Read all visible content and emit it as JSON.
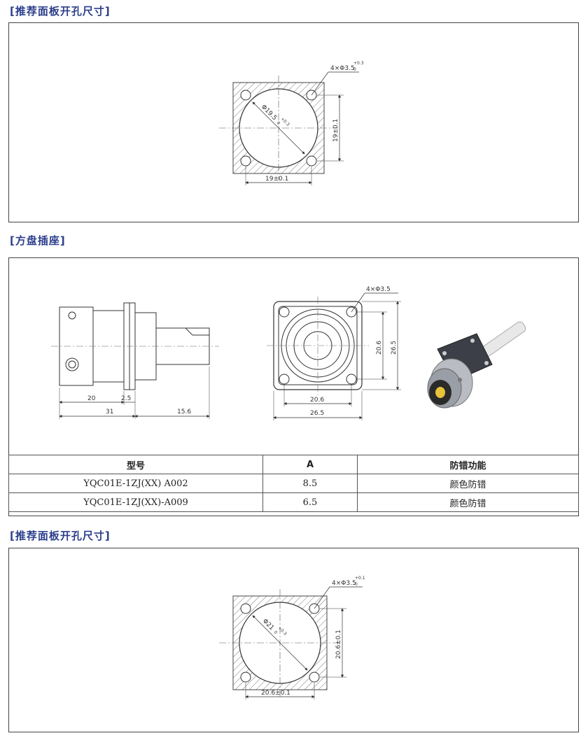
{
  "sections": {
    "panel_cutout_1": {
      "title": "[推荐面板开孔尺寸]"
    },
    "square_socket": {
      "title": "[方盘插座]"
    },
    "panel_cutout_2": {
      "title": "[推荐面板开孔尺寸]"
    }
  },
  "cutout_1": {
    "hole_note": "4×Φ3.5",
    "hole_tol_upper": "+0.3",
    "hole_tol_lower": "0",
    "center_dia": "Φ19.5",
    "center_tol_upper": "+0.3",
    "center_tol_lower": "0",
    "width_dim": "19±0.1",
    "height_dim": "19±0.1"
  },
  "socket_side": {
    "dim_a": "20",
    "dim_b": "2.5",
    "dim_c": "31",
    "dim_d": "15.6"
  },
  "socket_front": {
    "hole_note": "4×Φ3.5",
    "inner_w": "20.6",
    "outer_w": "26.5",
    "inner_h": "20.6",
    "outer_h": "26.5"
  },
  "table": {
    "headers": [
      "型号",
      "A",
      "防错功能"
    ],
    "rows": [
      [
        "YQC01E-1ZJ(XX) A002",
        "8.5",
        "颜色防错"
      ],
      [
        "YQC01E-1ZJ(XX)-A009",
        "6.5",
        "颜色防错"
      ]
    ]
  },
  "cutout_2": {
    "hole_note": "4×Φ3.5",
    "hole_tol_upper": "+0.1",
    "hole_tol_lower": "0",
    "center_dia": "Φ21",
    "center_tol_upper": "+0.3",
    "center_tol_lower": "0",
    "width_dim": "20.6±0.1",
    "height_dim": "20.6±0.1"
  }
}
